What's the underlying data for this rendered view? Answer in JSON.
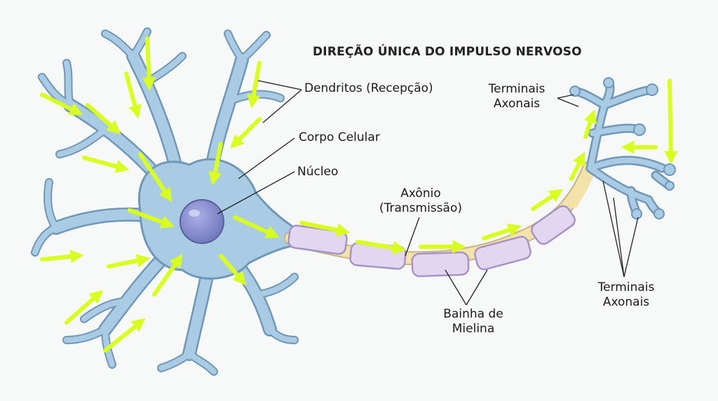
{
  "title": "DIREÇÃO ÚNICA DO IMPULSO NERVOSO",
  "labels": {
    "dendrites": "Dendritos (Recepção)",
    "cell_body": "Corpo Celular",
    "nucleus": "Núcleo",
    "axon_line1": "Axônio",
    "axon_line2": "(Transmissão)",
    "terminals_top_line1": "Terminais",
    "terminals_top_line2": "Axonais",
    "myelin_line1": "Bainha de",
    "myelin_line2": "Mielina",
    "terminals_bottom_line1": "Terminais",
    "terminals_bottom_line2": "Axonais"
  },
  "colors": {
    "neuron_fill": "#a9cbe3",
    "neuron_outline": "#6f97b8",
    "nucleus_fill": "#7d84c6",
    "myelin_fill": "#e2d6f0",
    "axon_core": "#f4e3a8",
    "arrow": "#d8ff1e"
  }
}
